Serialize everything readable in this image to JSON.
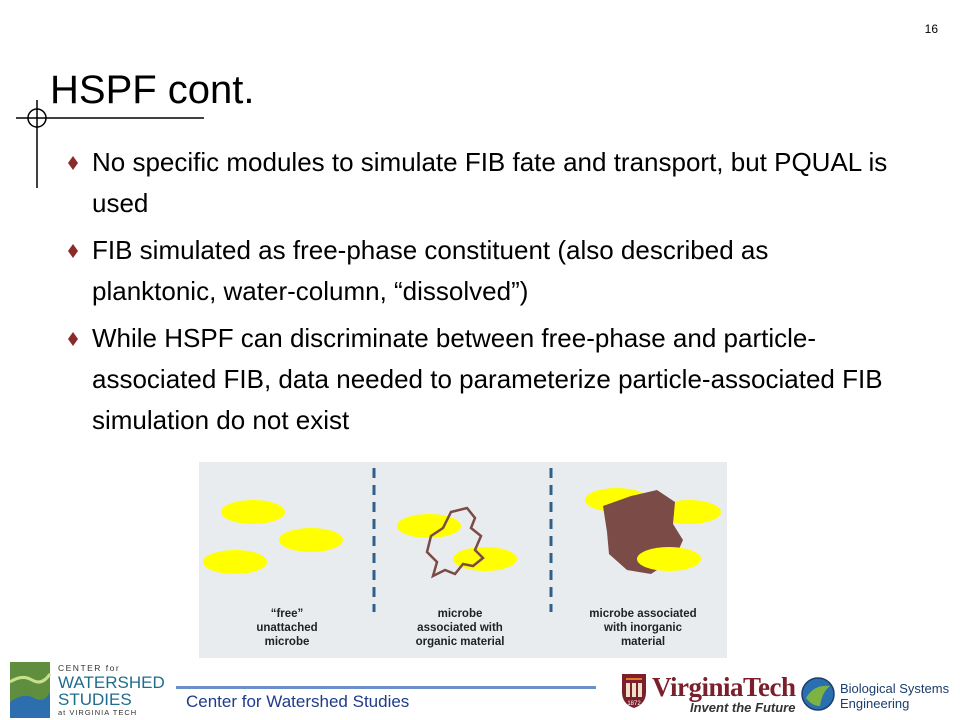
{
  "slide": {
    "page_number": "16",
    "title": "HSPF cont.",
    "bullets": [
      {
        "text": "No specific modules to simulate FIB fate and transport, but PQUAL is used"
      },
      {
        "text": "FIB simulated as free-phase constituent (also described as planktonic, water-column, “dissolved”)"
      },
      {
        "text": "While HSPF can discriminate between free-phase and particle-associated FIB, data needed to parameterize particle-associated FIB simulation do not exist"
      }
    ]
  },
  "figure": {
    "captions": {
      "free": [
        "“free”",
        "unattached",
        "microbe"
      ],
      "organic": [
        "microbe",
        "associated with",
        "organic material"
      ],
      "inorganic": [
        "microbe associated",
        "with inorganic",
        "material"
      ]
    },
    "colors": {
      "microbe": "#ffff00",
      "organic_outline": "#7a4b47",
      "inorganic_particle": "#7a4b47",
      "divider": "#2f5f8a",
      "panel_bg": "#e9ecef"
    }
  },
  "footer": {
    "cws_logo": {
      "line1": "CENTER for",
      "line2": "WATERSHED",
      "line3": "STUDIES",
      "line4": "at VIRGINIA TECH"
    },
    "center_text": "Center for Watershed Studies",
    "vt_name": "VirginiaTech",
    "vt_tagline": "Invent the Future",
    "vt_year": "1872",
    "bse_line1": "Biological Systems",
    "bse_line2": "Engineering"
  }
}
